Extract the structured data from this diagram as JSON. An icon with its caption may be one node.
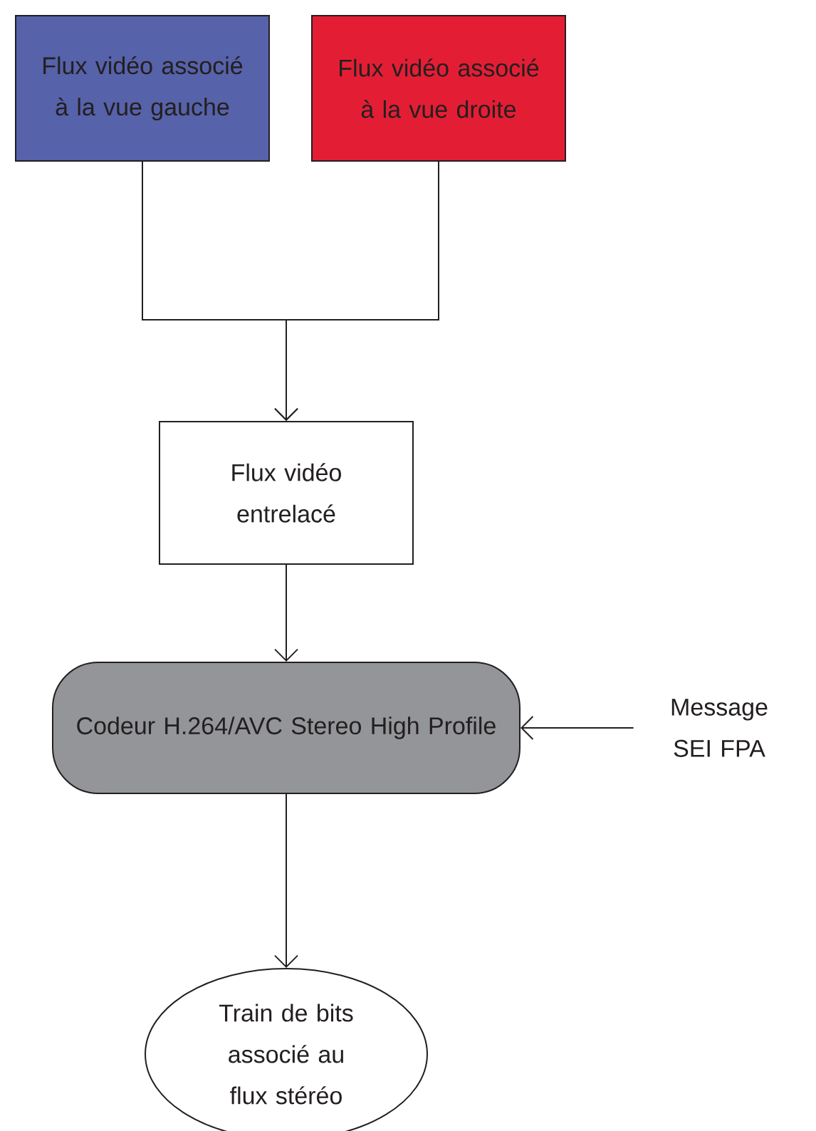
{
  "diagram": {
    "nodes": [
      {
        "text": [
          "Flux vidéo associé à la vue gauche"
        ]
      },
      {
        "text": [
          "Flux vidéo associé à la vue droite"
        ]
      },
      {
        "text": [
          "Flux vidéo entrelacé"
        ]
      },
      {
        "text": [
          "Codeur H.264/AVC Stereo High Profile"
        ]
      },
      {
        "text": [
          "Message SEI FPA"
        ]
      },
      {
        "text": [
          "Train de bits associé au flux stéréo"
        ]
      }
    ],
    "edges": [
      {
        "from": 0,
        "to": 2,
        "arrow": "to"
      },
      {
        "from": 1,
        "to": 2,
        "arrow": "to"
      },
      {
        "from": 2,
        "to": 3,
        "arrow": "to"
      },
      {
        "from": 4,
        "to": 3,
        "arrow": "to"
      },
      {
        "from": 3,
        "to": 5,
        "arrow": "to"
      }
    ]
  }
}
